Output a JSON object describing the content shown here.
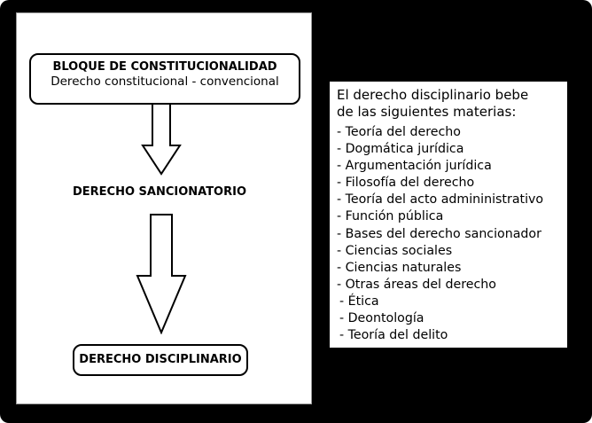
{
  "diagram": {
    "bloque": {
      "title": "BLOQUE DE CONSTITUCIONALIDAD",
      "subtitle": "Derecho constitucional - convencional"
    },
    "sancionatorio": {
      "title": "DERECHO SANCIONATORIO"
    },
    "disciplinario": {
      "title": "DERECHO DISCIPLINARIO"
    }
  },
  "materias_panel": {
    "intro_line1": "El derecho disciplinario bebe",
    "intro_line2": "de las siguientes materias:",
    "items": [
      "- Teoría del derecho",
      "- Dogmática jurídica",
      "- Argumentación jurídica",
      "- Filosofía del derecho",
      "- Teoría del acto admininistrativo",
      "- Función pública",
      "- Bases del derecho sancionador",
      "- Ciencias sociales",
      "- Ciencias naturales",
      "- Otras áreas del derecho",
      " - Ética",
      " - Deontología",
      " - Teoría del delito"
    ]
  }
}
